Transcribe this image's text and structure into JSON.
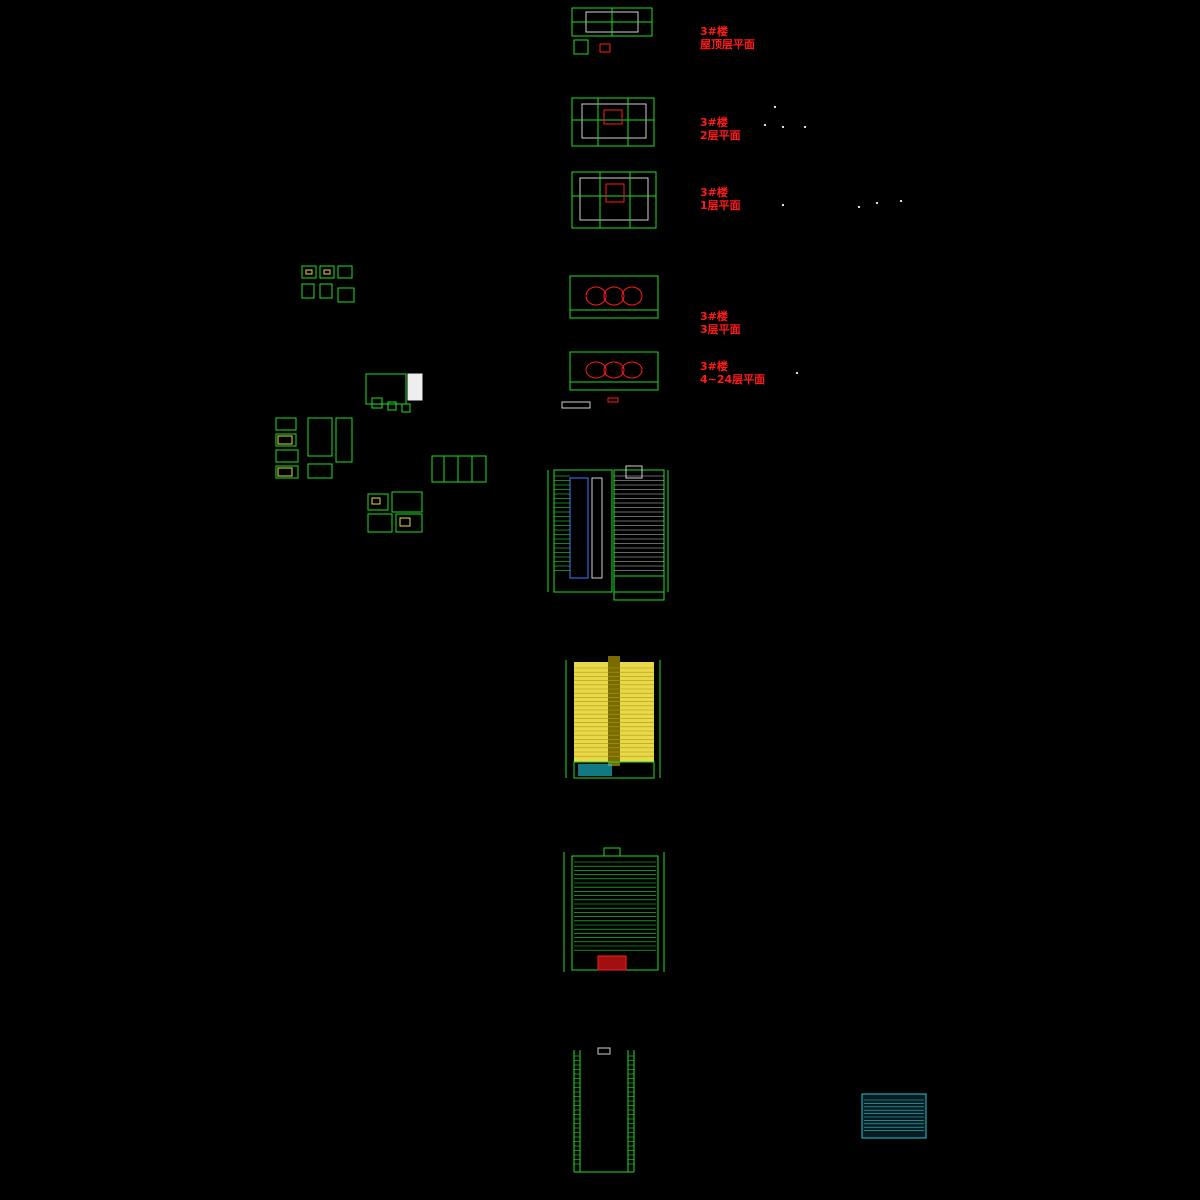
{
  "drawing": {
    "background": "#000000",
    "line_color": "#22dd22",
    "accent_color": "#ff1a1a",
    "fill_color": "#e8d84a",
    "table_color": "#1ec8d8"
  },
  "labels": [
    {
      "building": "3#楼",
      "floor": "屋顶层平面"
    },
    {
      "building": "3#楼",
      "floor": "2层平面"
    },
    {
      "building": "3#楼",
      "floor": "1层平面"
    },
    {
      "building": "3#楼",
      "floor": "3层平面"
    },
    {
      "building": "3#楼",
      "floor": "4~24层平面"
    }
  ]
}
